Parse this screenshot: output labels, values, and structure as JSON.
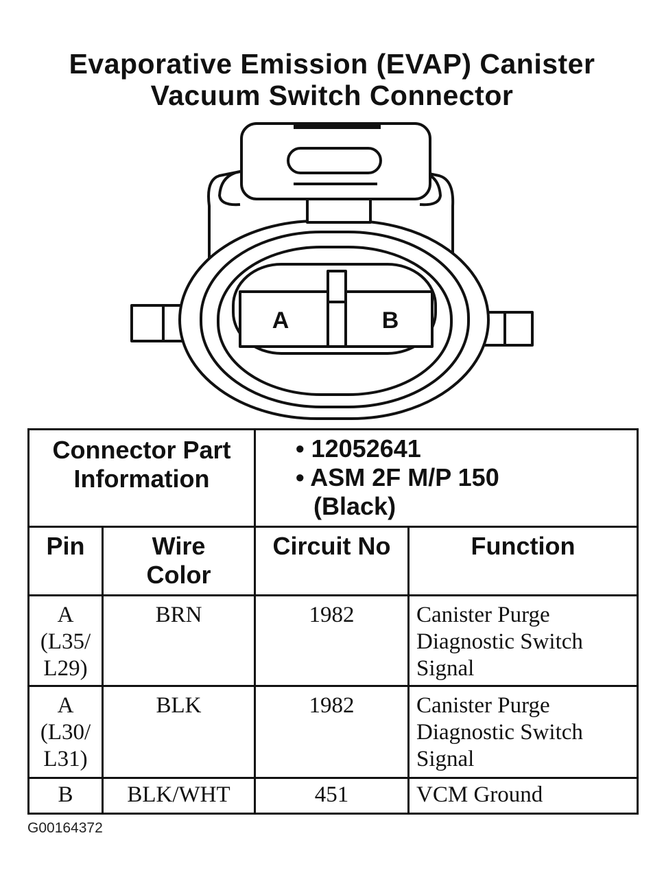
{
  "title": {
    "line1": "Evaporative Emission (EVAP) Canister",
    "line2": "Vacuum Switch Connector"
  },
  "connector": {
    "pins": [
      "A",
      "B"
    ]
  },
  "part_info": {
    "label_line1": "Connector Part",
    "label_line2": "Information",
    "items": [
      "• 12052641",
      "• ASM 2F M/P 150",
      "(Black)"
    ]
  },
  "table": {
    "headers": {
      "pin": "Pin",
      "wire_line1": "Wire",
      "wire_line2": "Color",
      "circuit": "Circuit No",
      "function": "Function"
    },
    "rows": [
      {
        "pin": [
          "A",
          "(L35/",
          "L29)"
        ],
        "wire": "BRN",
        "circuit": "1982",
        "function": [
          "Canister Purge",
          "Diagnostic Switch",
          "Signal"
        ]
      },
      {
        "pin": [
          "A",
          "(L30/",
          "L31)"
        ],
        "wire": "BLK",
        "circuit": "1982",
        "function": [
          "Canister Purge",
          "Diagnostic Switch",
          "Signal"
        ]
      },
      {
        "pin": [
          "B"
        ],
        "wire": "BLK/WHT",
        "circuit": "451",
        "function": [
          "VCM Ground"
        ]
      }
    ]
  },
  "figure_id": "G00164372"
}
